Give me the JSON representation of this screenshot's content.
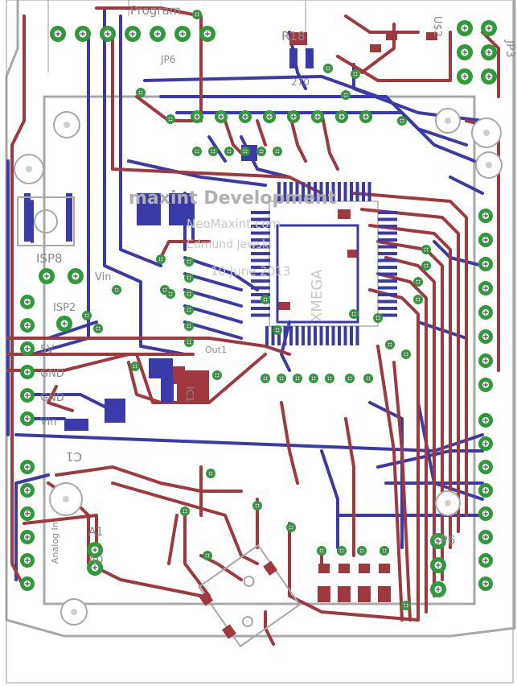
{
  "board": {
    "title": "maxint Development",
    "url": "NeoMaxint.com",
    "author": "Edmund Jewski",
    "date": "10 June 2013",
    "chip": "XMEGA"
  },
  "labels": {
    "program": "Program",
    "jp6": "JP6",
    "jp3": "JP3",
    "u2": "U$2",
    "r18": "R18",
    "r70": "270",
    "isp8": "ISP8",
    "vin_top": "Vin",
    "isp2": "ISP2",
    "v5": "5V",
    "gnd": "GND",
    "gnd2": "GND",
    "vin": "Vin",
    "c1": "C1",
    "a1": "A1",
    "a0": "A0",
    "analog": "Analog In",
    "sp6": "SP6",
    "ic1": "IC1",
    "out": "Out1"
  },
  "colors": {
    "top_copper": "#a0383f",
    "bottom_copper": "#3a3aa8",
    "pad": "#2e9a3a",
    "outline": "#a8a8a8",
    "silk": "#8a8a8a"
  }
}
